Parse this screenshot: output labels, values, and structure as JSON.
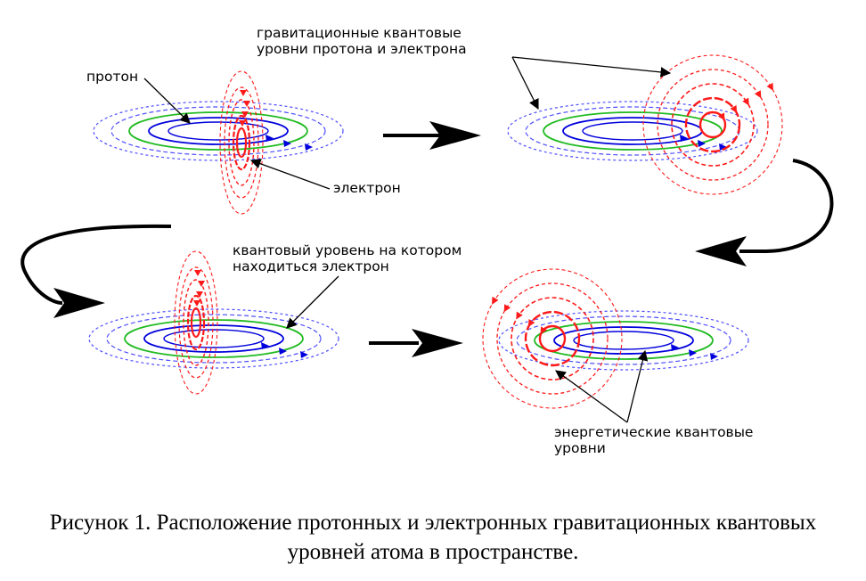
{
  "labels": {
    "proton": "протон",
    "electron": "электрон",
    "grav_levels_line1": "гравитационные квантовые",
    "grav_levels_line2": "уровни протона и электрона",
    "electron_level_line1": "квантовый уровень на котором",
    "electron_level_line2": "находиться электрон",
    "energy_levels_line1": "энергетические квантовые",
    "energy_levels_line2": "уровни"
  },
  "caption": {
    "line1": "Рисунок 1. Расположение протонных и электронных гравитационных квантовых",
    "line2": "уровней атома в пространстве."
  },
  "colors": {
    "proton_outer": "#4f4fff",
    "proton_mid": "#22bb22",
    "proton_inner": "#0000dd",
    "electron_levels": "#ff1a1a",
    "arrows": "#000000"
  },
  "panels": [
    {
      "name": "panel-top-left",
      "electron_orientation": "vertical"
    },
    {
      "name": "panel-top-right",
      "electron_orientation": "horizontal"
    },
    {
      "name": "panel-bottom-left",
      "electron_orientation": "vertical"
    },
    {
      "name": "panel-bottom-right",
      "electron_orientation": "horizontal"
    }
  ]
}
